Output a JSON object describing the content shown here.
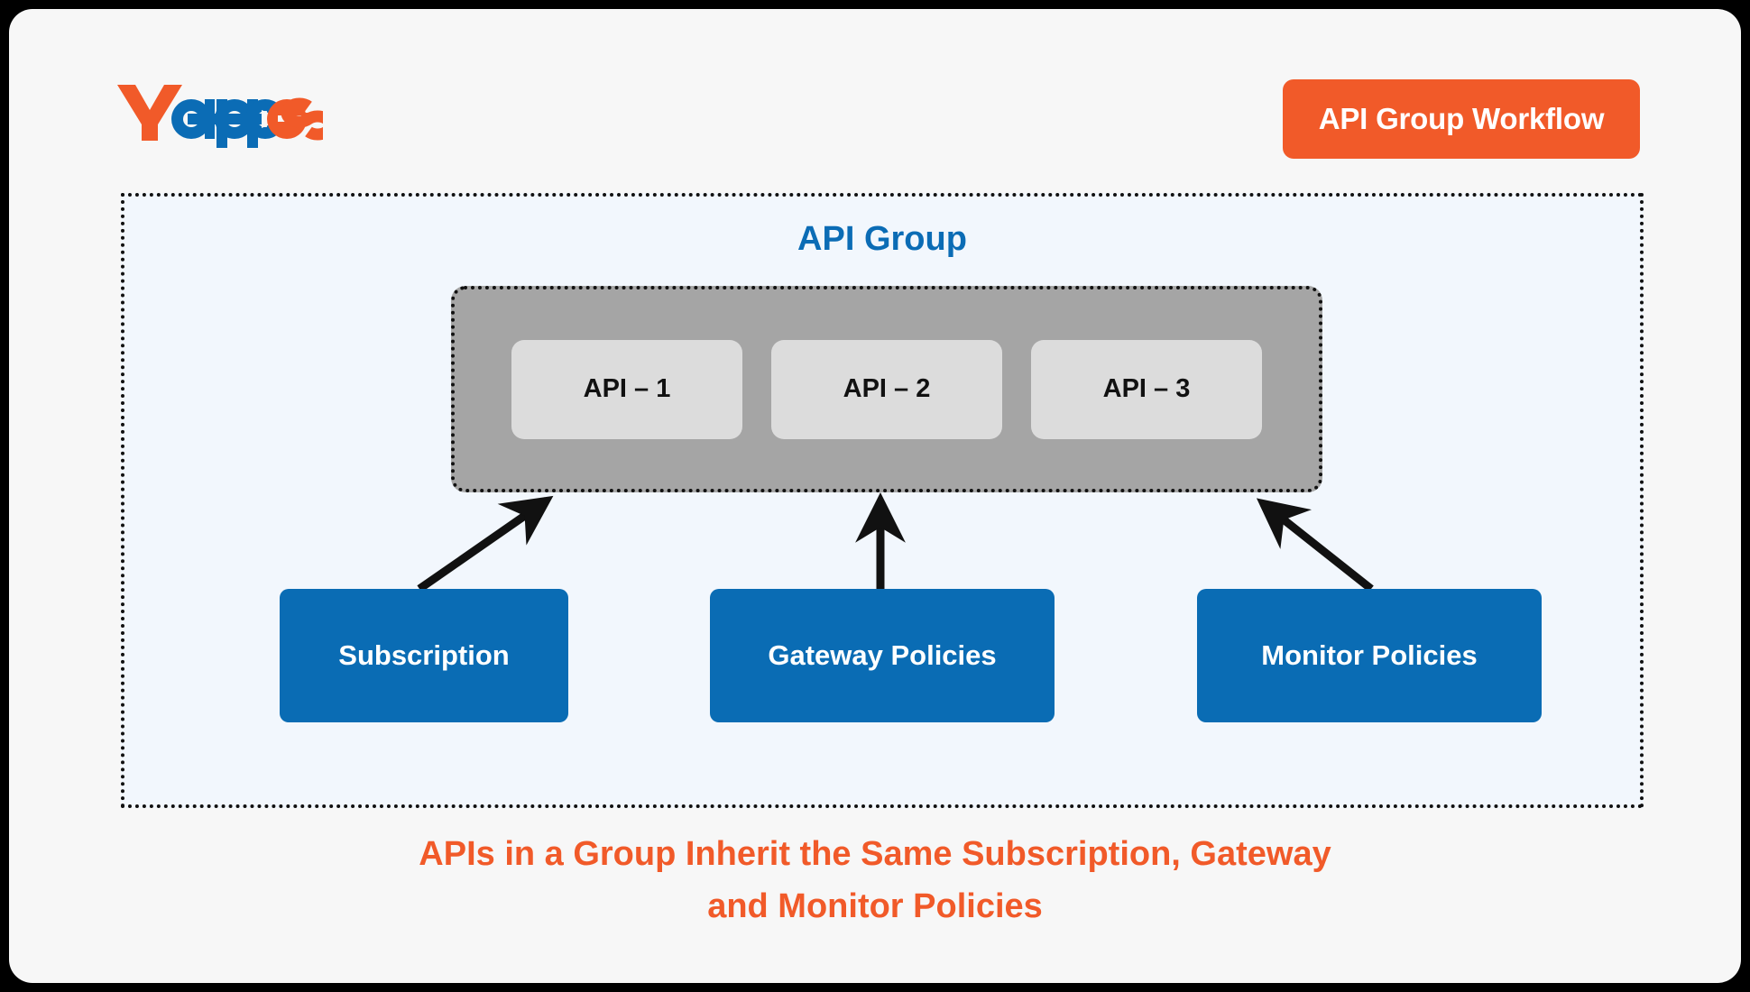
{
  "brand": {
    "logo_text": "Yappes",
    "logo_part_1": "Y",
    "logo_part_2": "appe",
    "logo_part_3": "s",
    "color_orange": "#F15A29",
    "color_blue": "#0B6CB5"
  },
  "header": {
    "badge_label": "API Group Workflow",
    "badge_bg": "#F15A29",
    "badge_text_color": "#FFFFFF"
  },
  "panel": {
    "title": "API Group",
    "title_color": "#0B6CB5",
    "bg": "#F2F7FD",
    "border_style": "dotted"
  },
  "api_container": {
    "bg": "#A5A5A5",
    "items": [
      {
        "label": "API – 1"
      },
      {
        "label": "API – 2"
      },
      {
        "label": "API – 3"
      }
    ]
  },
  "policies": {
    "box_bg": "#0A6CB4",
    "items": [
      {
        "label": "Subscription"
      },
      {
        "label": "Gateway Policies"
      },
      {
        "label": "Monitor Policies"
      }
    ]
  },
  "arrows": [
    {
      "name": "arrow-subscription-to-api-group",
      "direction": "up-right"
    },
    {
      "name": "arrow-gateway-policies-to-api-group",
      "direction": "up"
    },
    {
      "name": "arrow-monitor-policies-to-api-group",
      "direction": "up-left"
    }
  ],
  "caption": {
    "line_1": "APIs in a Group Inherit the Same Subscription, Gateway",
    "line_2": "and Monitor Policies",
    "color": "#F15A29"
  }
}
